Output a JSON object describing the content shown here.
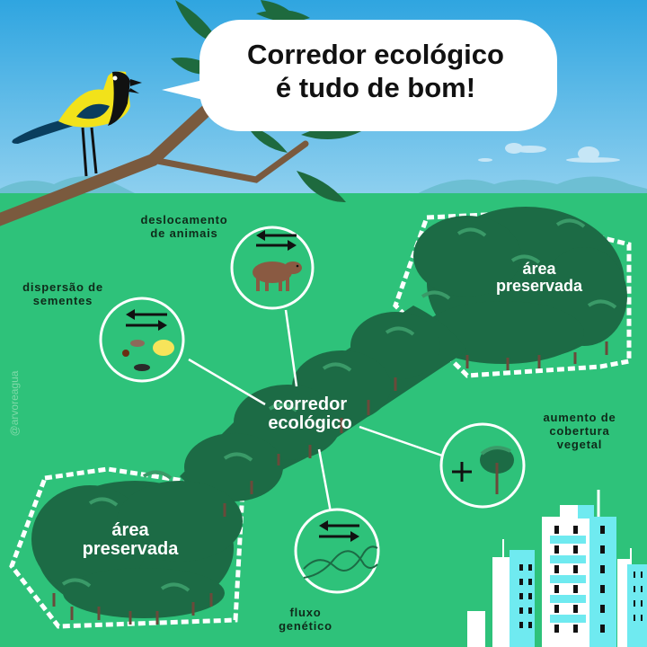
{
  "colors": {
    "sky_top": "#2fa5e0",
    "sky_bottom": "#8fd0ef",
    "mountain": "#6dbfd3",
    "grass": "#2ec27a",
    "forest": "#1c6b45",
    "forest_highlight": "#3a9a68",
    "trunk": "#6a4a3a",
    "branch": "#7a5a3e",
    "leaf": "#1e6a3e",
    "bird_yellow": "#f2e21a",
    "bird_blue": "#0a3e5e",
    "building_white": "#ffffff",
    "building_cyan": "#6feaf0",
    "window": "#111111",
    "outline_white": "#ffffff"
  },
  "speech_bubble": {
    "line1": "Corredor ecológico",
    "line2": "é tudo de bom!"
  },
  "center_label": {
    "line1": "corredor",
    "line2": "ecológico"
  },
  "preserved_areas": [
    {
      "line1": "área",
      "line2": "preservada"
    },
    {
      "line1": "área",
      "line2": "preservada"
    }
  ],
  "benefits": [
    {
      "id": "animal-movement",
      "line1": "deslocamento",
      "line2": "de animais",
      "icon": "capybara-icon"
    },
    {
      "id": "seed-dispersal",
      "line1": "dispersão de",
      "line2": "sementes",
      "icon": "seeds-icon"
    },
    {
      "id": "vegetation-increase",
      "line1": "aumento de",
      "line2": "cobertura",
      "line3": "vegetal",
      "icon": "plus-tree-icon"
    },
    {
      "id": "gene-flow",
      "line1": "fluxo",
      "line2": "genético",
      "icon": "dna-icon"
    }
  ],
  "watermark": "@arvoreagua"
}
